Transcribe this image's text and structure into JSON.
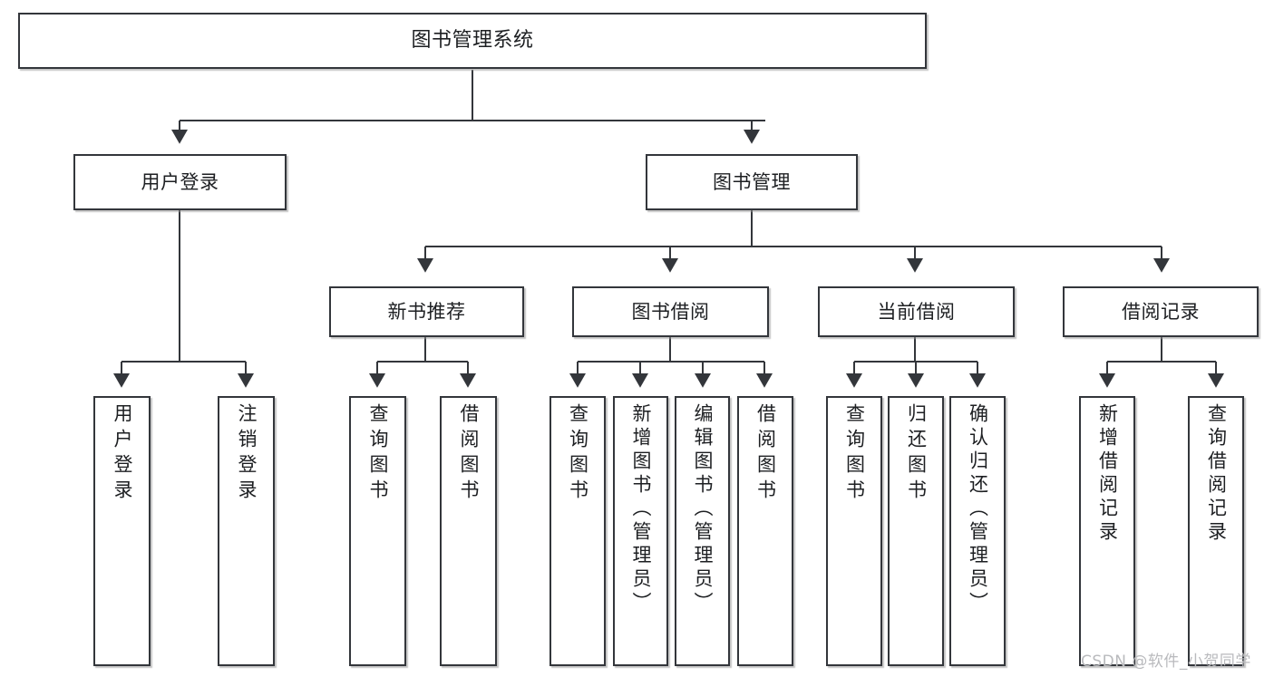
{
  "diagram": {
    "title": "图书管理系统",
    "type": "hierarchy-tree",
    "orientation": "top-down",
    "background_color": "#ffffff",
    "node_border_color": "#33363b",
    "node_fill_color": "#ffffff",
    "text_color": "#1d1f22",
    "edge_color": "#33363b"
  },
  "nodes": {
    "root": {
      "id": "n0",
      "label": "图书管理系统",
      "level": 1,
      "orientation": "horizontal"
    },
    "level2": [
      {
        "id": "n1",
        "label": "用户登录",
        "level": 2,
        "orientation": "horizontal"
      },
      {
        "id": "n2",
        "label": "图书管理",
        "level": 2,
        "orientation": "horizontal"
      }
    ],
    "level3": [
      {
        "id": "n3",
        "label": "新书推荐",
        "level": 3,
        "orientation": "horizontal",
        "parent": "n2"
      },
      {
        "id": "n4",
        "label": "图书借阅",
        "level": 3,
        "orientation": "horizontal",
        "parent": "n2"
      },
      {
        "id": "n5",
        "label": "当前借阅",
        "level": 3,
        "orientation": "horizontal",
        "parent": "n2"
      },
      {
        "id": "n6",
        "label": "借阅记录",
        "level": 3,
        "orientation": "horizontal",
        "parent": "n2"
      }
    ],
    "leaves": [
      {
        "id": "l1",
        "label": "用户登录",
        "parent": "n1",
        "orientation": "vertical"
      },
      {
        "id": "l2",
        "label": "注销登录",
        "parent": "n1",
        "orientation": "vertical"
      },
      {
        "id": "l3",
        "label": "查询图书",
        "parent": "n3",
        "orientation": "vertical"
      },
      {
        "id": "l4",
        "label": "借阅图书",
        "parent": "n3",
        "orientation": "vertical"
      },
      {
        "id": "l5",
        "label": "查询图书",
        "parent": "n4",
        "orientation": "vertical"
      },
      {
        "id": "l6",
        "label": "新增图书（管理员）",
        "parent": "n4",
        "orientation": "vertical"
      },
      {
        "id": "l7",
        "label": "编辑图书（管理员）",
        "parent": "n4",
        "orientation": "vertical"
      },
      {
        "id": "l8",
        "label": "借阅图书",
        "parent": "n4",
        "orientation": "vertical"
      },
      {
        "id": "l9",
        "label": "查询图书",
        "parent": "n5",
        "orientation": "vertical"
      },
      {
        "id": "l10",
        "label": "归还图书",
        "parent": "n5",
        "orientation": "vertical"
      },
      {
        "id": "l11",
        "label": "确认归还（管理员）",
        "parent": "n5",
        "orientation": "vertical"
      },
      {
        "id": "l12",
        "label": "新增借阅记录",
        "parent": "n6",
        "orientation": "vertical"
      },
      {
        "id": "l13",
        "label": "查询借阅记录",
        "parent": "n6",
        "orientation": "vertical"
      }
    ]
  },
  "watermark": {
    "text": "CSDN @软件_小贺同学",
    "color": "#b9babd"
  }
}
